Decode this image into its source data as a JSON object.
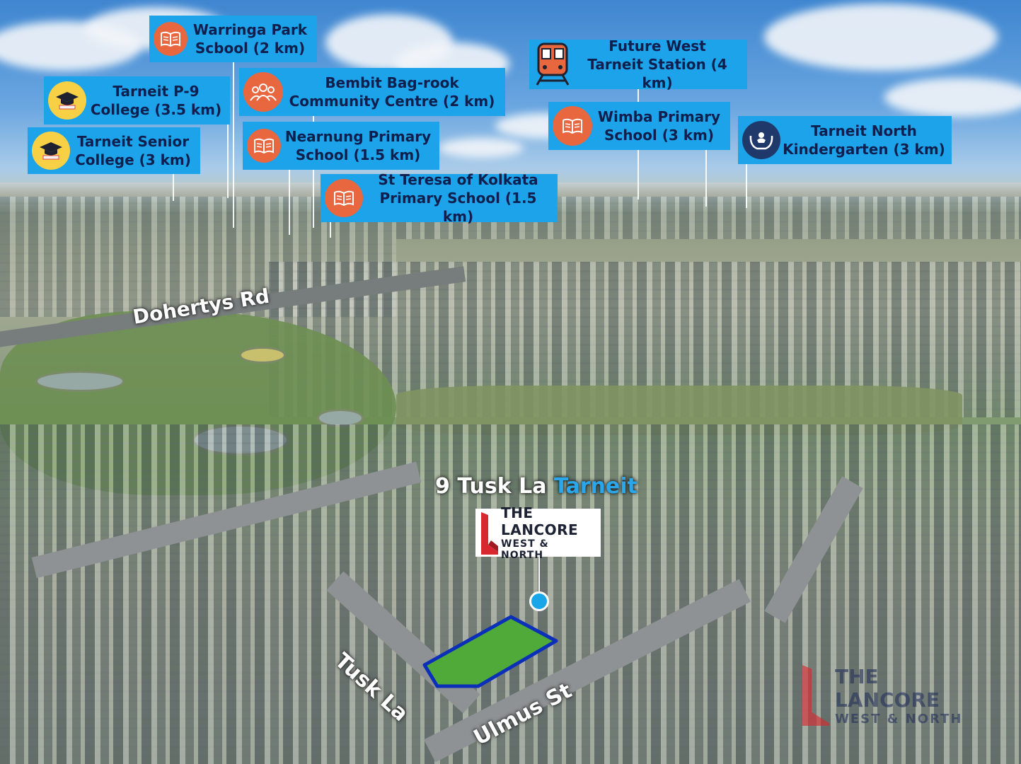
{
  "labels": [
    {
      "id": "warringa",
      "text": "Warringa Park\nScbool (2 km)",
      "icon": "book-icon"
    },
    {
      "id": "tarneit-p9",
      "text": "Tarneit P-9\nCollege (3.5 km)",
      "icon": "graduation-cap-icon"
    },
    {
      "id": "tarneit-senior",
      "text": "Tarneit Senior\nCollege (3 km)",
      "icon": "graduation-cap-icon"
    },
    {
      "id": "bembit",
      "text": "Bembit Bag-rook\nCommunity Centre (2 km)",
      "icon": "people-icon"
    },
    {
      "id": "nearnung",
      "text": "Nearnung Primary\nSchool (1.5 km)",
      "icon": "book-icon"
    },
    {
      "id": "st-teresa",
      "text": "St Teresa of Kolkata\nPrimary School (1.5 km)",
      "icon": "book-icon"
    },
    {
      "id": "future-west",
      "text": "Future West\nTarneit Station (4 km)",
      "icon": "train-icon"
    },
    {
      "id": "wimba",
      "text": "Wimba Primary\nSchool (3 km)",
      "icon": "book-icon"
    },
    {
      "id": "tarneit-north",
      "text": "Tarneit North\nKindergarten (3 km)",
      "icon": "baby-hands-icon"
    }
  ],
  "streets": {
    "dohertys": "Dohertys Rd",
    "tusk": "Tusk La",
    "ulmus": "Ulmus St"
  },
  "address": {
    "street": "9 Tusk La",
    "suburb": "Tarneit"
  },
  "brand": {
    "title": "THE LANCORE",
    "subtitle": "WEST & NORTH"
  },
  "colors": {
    "label_bg": "#1ca3ea",
    "label_text": "#0f1f4d",
    "icon_orange": "#e8673f",
    "icon_yellow": "#f7d046",
    "icon_navy": "#1f3a6a",
    "brand_red": "#d7282f",
    "suburb_accent": "#2aa6ea",
    "lot_grass": "#4faa39",
    "lot_border": "#0b2fb8"
  }
}
